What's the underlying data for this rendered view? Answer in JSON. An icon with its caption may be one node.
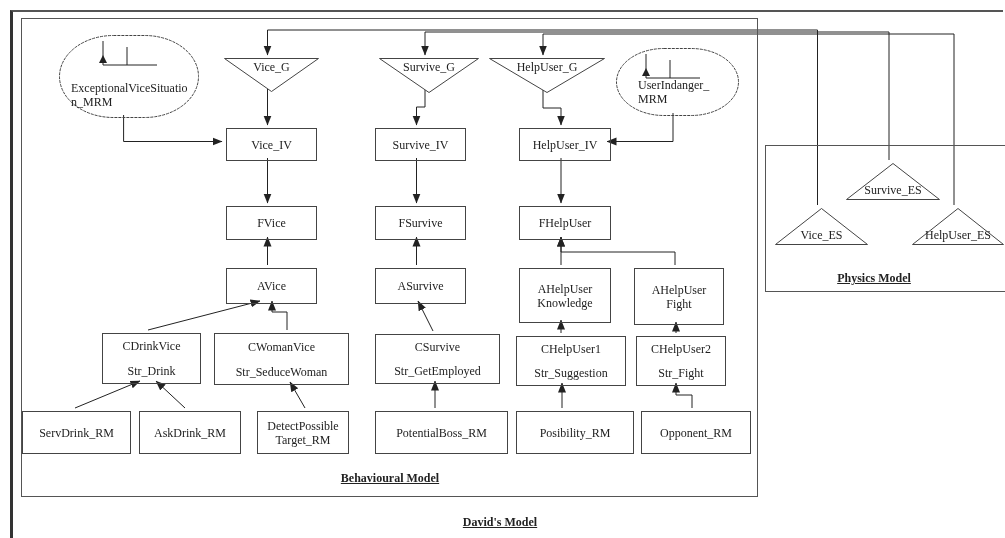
{
  "diagram": {
    "nodes": [
      {
        "text": [
          "David's Model"
        ]
      },
      {
        "text": [
          "Behavioural Model"
        ],
        "in": 0
      },
      {
        "text": [
          "ExceptionalViceSituation_MRM"
        ],
        "in": 1
      },
      {
        "text": [
          "Vice_G"
        ],
        "in": 1
      },
      {
        "text": [
          "Survive_G"
        ],
        "in": 1
      },
      {
        "text": [
          "HelpUser_G"
        ],
        "in": 1
      },
      {
        "text": [
          "UserIndanger_MRM"
        ],
        "in": 1
      },
      {
        "text": [
          "Vice_IV"
        ],
        "in": 1
      },
      {
        "text": [
          "Survive_IV"
        ],
        "in": 1
      },
      {
        "text": [
          "HelpUser_IV"
        ],
        "in": 1
      },
      {
        "text": [
          "FVice"
        ],
        "in": 1
      },
      {
        "text": [
          "FSurvive"
        ],
        "in": 1
      },
      {
        "text": [
          "FHelpUser"
        ],
        "in": 1
      },
      {
        "text": [
          "AVice"
        ],
        "in": 1
      },
      {
        "text": [
          "ASurvive"
        ],
        "in": 1
      },
      {
        "text": [
          "AHelpUser Knowledge"
        ],
        "in": 1
      },
      {
        "text": [
          "AHelpUser Fight"
        ],
        "in": 1
      },
      {
        "text": [
          "CDrinkVice",
          "Str_Drink"
        ],
        "in": 1
      },
      {
        "text": [
          "CWomanVice",
          "Str_SeduceWoman"
        ],
        "in": 1
      },
      {
        "text": [
          "CSurvive",
          "Str_GetEmployed"
        ],
        "in": 1
      },
      {
        "text": [
          "CHelpUser1",
          "Str_Suggestion"
        ],
        "in": 1
      },
      {
        "text": [
          "CHelpUser2",
          "Str_Fight"
        ],
        "in": 1
      },
      {
        "text": [
          "ServDrink_RM"
        ],
        "in": 1
      },
      {
        "text": [
          "AskDrink_RM"
        ],
        "in": 1
      },
      {
        "text": [
          "DetectPossible Target_RM"
        ],
        "in": 1
      },
      {
        "text": [
          "PotentialBoss_RM"
        ],
        "in": 1
      },
      {
        "text": [
          "Posibility_RM"
        ],
        "in": 1
      },
      {
        "text": [
          "Opponent_RM"
        ],
        "in": 1
      },
      {
        "text": [
          "Physics Model"
        ],
        "in": 0
      },
      {
        "text": [
          "Vice_ES"
        ],
        "in": 28
      },
      {
        "text": [
          "Survive_ES"
        ],
        "in": 28
      },
      {
        "text": [
          "HelpUser_ES"
        ],
        "in": 28
      }
    ],
    "edges": [
      {
        "from": 29,
        "to": 3,
        "arrow": "to"
      },
      {
        "from": 30,
        "to": 4,
        "arrow": "to"
      },
      {
        "from": 31,
        "to": 5,
        "arrow": "to"
      },
      {
        "from": 2,
        "to": 7,
        "arrow": "to"
      },
      {
        "from": 3,
        "to": 7,
        "arrow": "to"
      },
      {
        "from": 4,
        "to": 8,
        "arrow": "to"
      },
      {
        "from": 5,
        "to": 9,
        "arrow": "to"
      },
      {
        "from": 6,
        "to": 9,
        "arrow": "to"
      },
      {
        "from": 7,
        "to": 10,
        "arrow": "to"
      },
      {
        "from": 8,
        "to": 11,
        "arrow": "to"
      },
      {
        "from": 9,
        "to": 12,
        "arrow": "to"
      },
      {
        "from": 13,
        "to": 10,
        "arrow": "to"
      },
      {
        "from": 14,
        "to": 11,
        "arrow": "to"
      },
      {
        "from": 15,
        "to": 12,
        "arrow": "to"
      },
      {
        "from": 16,
        "to": 12,
        "arrow": "to"
      },
      {
        "from": 17,
        "to": 13,
        "arrow": "to"
      },
      {
        "from": 18,
        "to": 13,
        "arrow": "to"
      },
      {
        "from": 19,
        "to": 14,
        "arrow": "to"
      },
      {
        "from": 20,
        "to": 15,
        "arrow": "to"
      },
      {
        "from": 21,
        "to": 16,
        "arrow": "to"
      },
      {
        "from": 22,
        "to": 17,
        "arrow": "to"
      },
      {
        "from": 23,
        "to": 17,
        "arrow": "to"
      },
      {
        "from": 24,
        "to": 18,
        "arrow": "to"
      },
      {
        "from": 25,
        "to": 19,
        "arrow": "to"
      },
      {
        "from": 26,
        "to": 20,
        "arrow": "to"
      },
      {
        "from": 27,
        "to": 21,
        "arrow": "to"
      }
    ]
  }
}
